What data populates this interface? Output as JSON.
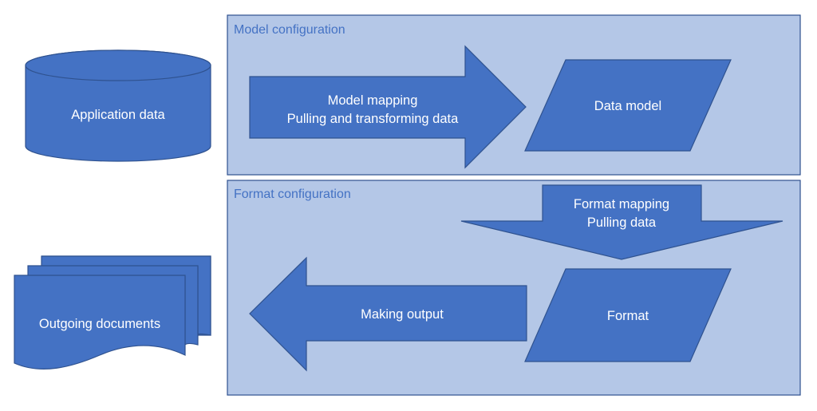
{
  "panels": {
    "model": {
      "title": "Model configuration"
    },
    "format": {
      "title": "Format configuration"
    }
  },
  "nodes": {
    "application_data": "Application data",
    "outgoing_documents": "Outgoing documents",
    "model_mapping": [
      "Model mapping",
      "Pulling and transforming data"
    ],
    "data_model": "Data model",
    "format_mapping": [
      "Format mapping",
      "Pulling data"
    ],
    "format": "Format",
    "making_output": "Making output"
  },
  "colors": {
    "shape_fill": "#4472c4",
    "shape_stroke": "#2f528f",
    "panel_fill": "#b4c7e7",
    "panel_title": "#4472c4",
    "label": "#ffffff"
  }
}
